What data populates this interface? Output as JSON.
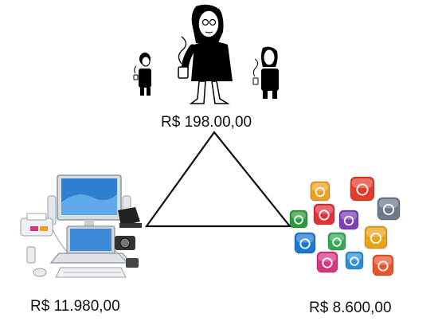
{
  "labels": {
    "people": "R$ 198.00,00",
    "hardware": "R$ 11.980,00",
    "apps": "R$ 8.600,00"
  },
  "colors": {
    "stroke": "#111111",
    "background": "#ffffff",
    "cartoon_fill": "#000000",
    "screen_blue": "#2f7fd0"
  },
  "apps": {
    "tiles": [
      {
        "icon": "wifi-icon",
        "color": "#f0a020"
      },
      {
        "icon": "broadcast-icon",
        "color": "#e23b2c"
      },
      {
        "icon": "lock-icon",
        "color": "#6c7a8c"
      },
      {
        "icon": "search-icon",
        "color": "#e0303a"
      },
      {
        "icon": "chart-icon",
        "color": "#7b3fb8"
      },
      {
        "icon": "pen-icon",
        "color": "#2d9b3c"
      },
      {
        "icon": "mail-icon",
        "color": "#e8a418"
      },
      {
        "icon": "gear-icon",
        "color": "#1a78d0"
      },
      {
        "icon": "cart-icon",
        "color": "#34a853"
      },
      {
        "icon": "network-icon",
        "color": "#d6357f"
      },
      {
        "icon": "camera-icon",
        "color": "#2b8fd6"
      },
      {
        "icon": "arrow-icon",
        "color": "#e8552a"
      }
    ]
  }
}
